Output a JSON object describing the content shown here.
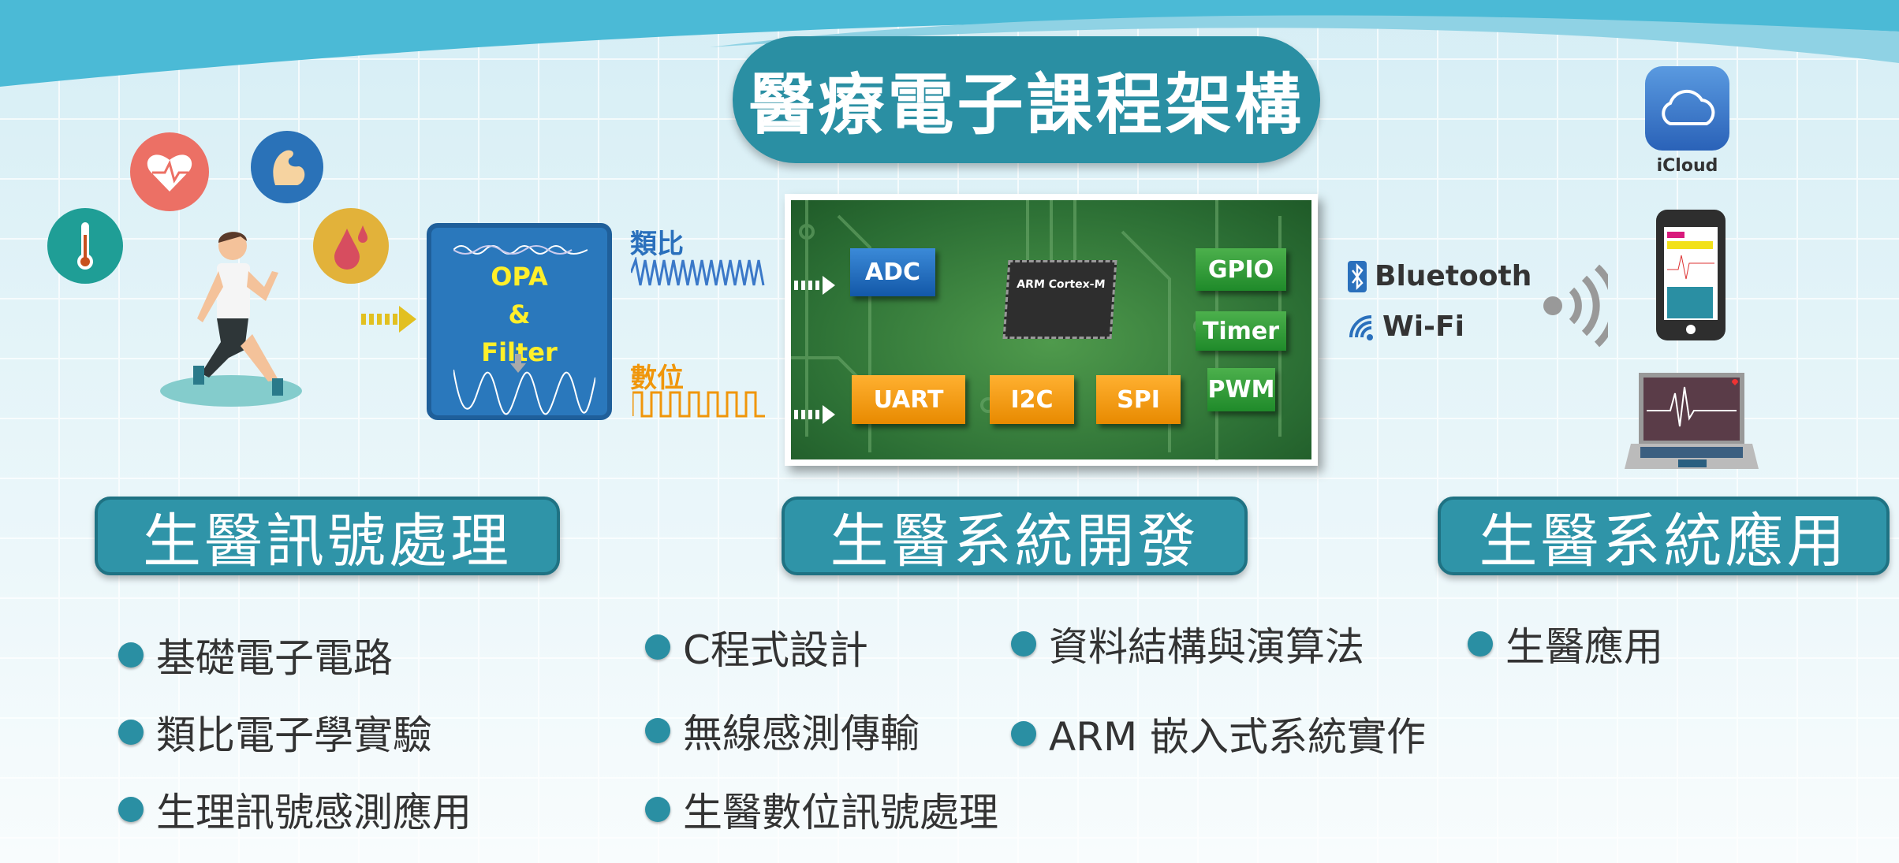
{
  "title": "醫療電子課程架構",
  "signal_stage": {
    "box_lines": [
      "OPA",
      "&",
      "Filter"
    ],
    "analog_label": "類比",
    "digital_label": "數位"
  },
  "mcu": {
    "chip_label": "ARM Cortex-M",
    "blocks": {
      "adc": "ADC",
      "uart": "UART",
      "i2c": "I2C",
      "spi": "SPI",
      "gpio": "GPIO",
      "timer": "Timer",
      "pwm": "PWM"
    }
  },
  "connectivity": {
    "bluetooth": "Bluetooth",
    "wifi": "Wi-Fi",
    "cloud": "iCloud"
  },
  "sections": [
    {
      "title": "生醫訊號處理",
      "items": [
        "基礎電子電路",
        "類比電子學實驗",
        "生理訊號感測應用"
      ]
    },
    {
      "title": "生醫系統開發",
      "items": [
        "C程式設計",
        "無線感測傳輸",
        "生醫數位訊號處理",
        "資料結構與演算法",
        "ARM 嵌入式系統實作"
      ]
    },
    {
      "title": "生醫系統應用",
      "items": [
        "生醫應用"
      ]
    }
  ],
  "colors": {
    "teal": "#2a8fa3",
    "blue": "#2a78bc",
    "orange": "#f0960a",
    "green": "#2f9a35",
    "yellow": "#ffef2a"
  }
}
